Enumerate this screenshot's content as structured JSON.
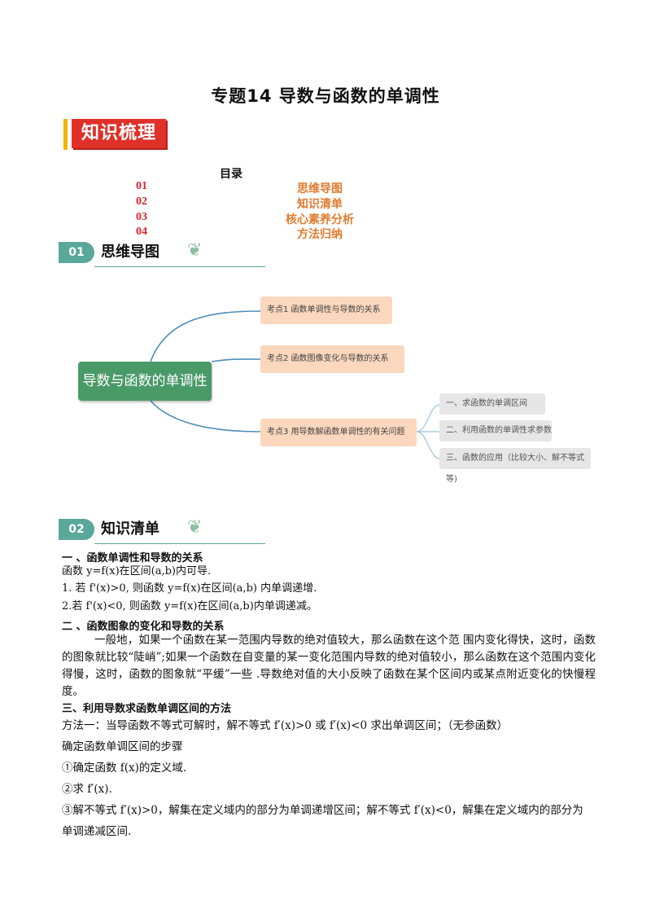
{
  "title": "专题14  导数与函数的单调性",
  "banner": "知识梳理",
  "toc": {
    "heading": "目录",
    "items": [
      {
        "num": "01",
        "label": "思维导图"
      },
      {
        "num": "02",
        "label": "知识清单"
      },
      {
        "num": "03",
        "label": "核心素养分析"
      },
      {
        "num": "04",
        "label": "方法归纳"
      }
    ]
  },
  "section1": {
    "num": "01",
    "label": "思维导图"
  },
  "mindmap": {
    "root": "导数与函数的单调性",
    "nodes": [
      "考点1 函数单调性与导数的关系",
      "考点2  函数图像变化与导数的关系",
      "考点3 用导数解函数单调性的有关问题"
    ],
    "subnodes": [
      "一、求函数的单调区间",
      "二、利用函数的单调性求参数",
      "三、函数的应用（比较大小、解不等式等)"
    ]
  },
  "section2": {
    "num": "02",
    "label": "知识清单"
  },
  "content": {
    "h1": "一 、函数单调性和导数的关系",
    "l1": "函数 y=f(x)在区间(a,b)内可导.",
    "l2": "1. 若 f'(x)>0, 则函数 y=f(x)在区间(a,b)  内单调递增.",
    "l3": "2.若  f'(x)<0, 则函数 y=f(x)在区间(a,b)内单调递减。",
    "h2": "二 、函数图象的变化和导数的关系",
    "para": "一般地，如果一个函数在某一范围内导数的绝对值较大，那么函数在这个范  围内变化得快，这时，函数的图象就比较“陡峭”;如果一个函数在自变量的某一变化范围内导数的绝对值较小，那么函数在这个范围内变化得慢，这时，函数的图象就“平缓”一些  .导数绝对值的大小反映了函数在某个区间内或某点附近变化的快慢程度。",
    "h3": "三、利用导数求函数单调区间的方法",
    "m1": "方法一：当导函数不等式可解时，解不等式 f′(x)>0 或 f′(x)<0 求出单调区间；（无参函数）",
    "m2": "确定函数单调区间的步骤",
    "m3": "①确定函数 f(x)的定义域.",
    "m4": "②求 f′(x).",
    "m5": "③解不等式 f′(x)>0，解集在定义域内的部分为单调递增区间；解不等式 f′(x)<0，解集在定义域内的部分为",
    "m6": "单调递减区间."
  },
  "colors": {
    "accent_red": "#e0302a",
    "toc_orange": "#e07b2e",
    "teal": "#5aa89a",
    "mind_green": "#4a9a68",
    "node_peach": "#fbd7bd"
  }
}
